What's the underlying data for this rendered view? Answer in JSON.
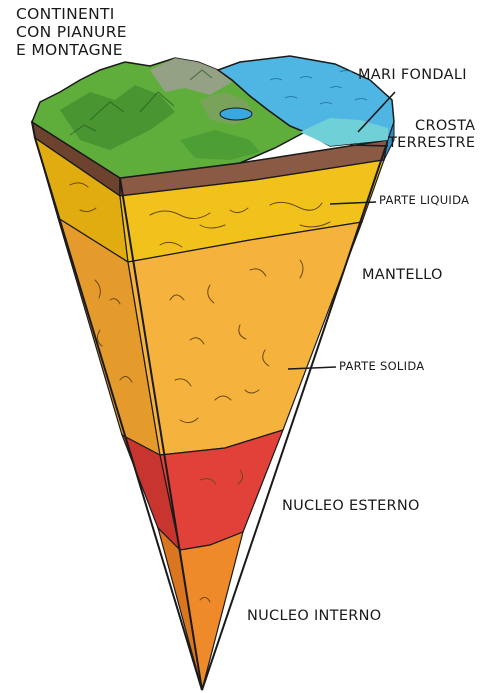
{
  "labels": {
    "continents": [
      "CONTINENTI",
      "CON PIANURE",
      "E MONTAGNE"
    ],
    "sea_floor": "MARI FONDALI",
    "crust": [
      "CROSTA",
      "TERRESTRE"
    ],
    "liquid_part": "PARTE LIQUIDA",
    "mantle": "MANTELLO",
    "solid_part": "PARTE SOLIDA",
    "outer_core": "NUCLEO ESTERNO",
    "inner_core": "NUCLEO INTERNO"
  },
  "colors": {
    "land_green": "#5fae3c",
    "land_dark_green": "#3f8a2c",
    "mountain_grey": "#9aa08c",
    "sea_blue": "#4fb6e4",
    "shallow_sea": "#6fd0d8",
    "crust_brown": "#8a5a44",
    "liquid_mantle": "#f2c21c",
    "solid_mantle": "#f5b33d",
    "outer_core": "#e2413a",
    "inner_core": "#ee8a2a",
    "outline": "#1a1a1a"
  }
}
